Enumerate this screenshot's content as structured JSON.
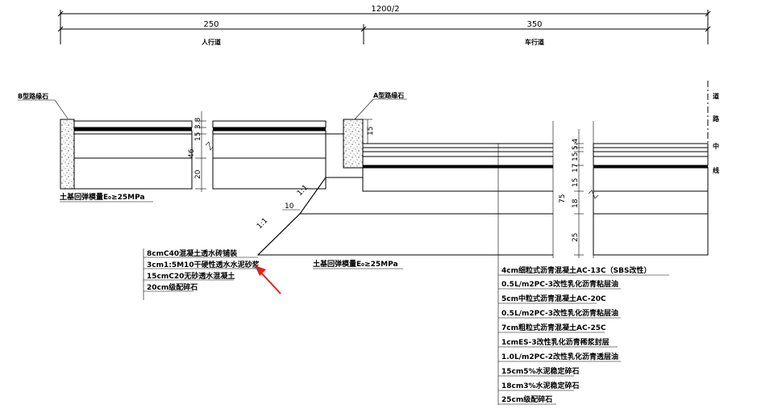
{
  "dimensions": {
    "total": "1200/2",
    "left": "250",
    "right": "350",
    "sidewalk_label": "人行道",
    "roadway_label": "车行道"
  },
  "labels": {
    "curb_b": "B型路缘石",
    "curb_a": "A型路缘石",
    "centerline_chars": [
      "道",
      "路",
      "中",
      "线"
    ],
    "subgrade_left": "土基回弹模量E₀≥25MPa",
    "subgrade_right": "土基回弹模量E₀≥25MPa"
  },
  "vertical_dims": {
    "sidewalk": [
      "3.8",
      "15",
      "46",
      "20"
    ],
    "curb": "15",
    "road": [
      "5.4",
      "15",
      "17",
      "15",
      "75",
      "18",
      "25"
    ],
    "slope_a": "1:1",
    "slope_b": "1:1",
    "width_10": "10"
  },
  "sidewalk_layers": [
    "8cmC40混凝土透水砖铺装",
    "3cm1:5M10干硬性透水水泥砂浆",
    "15cmC20无砂透水混凝土",
    "20cm级配碎石"
  ],
  "road_layers": [
    "4cm细粒式沥青混凝土AC-13C（SBS改性）",
    "0.5L/m2PC-3改性乳化沥青粘层油",
    "5cm中粒式沥青混凝土AC-20C",
    "0.5L/m2PC-3改性乳化沥青粘层油",
    "7cm粗粒式沥青混凝土AC-25C",
    "1cmES-3改性乳化沥青稀浆封层",
    "1.0L/m2PC-2改性乳化沥青透层油",
    "15cm5%水泥稳定碎石",
    "18cm3%水泥稳定碎石",
    "25cm级配碎石"
  ],
  "colors": {
    "line": "#000000",
    "arrow": "#e02020"
  }
}
